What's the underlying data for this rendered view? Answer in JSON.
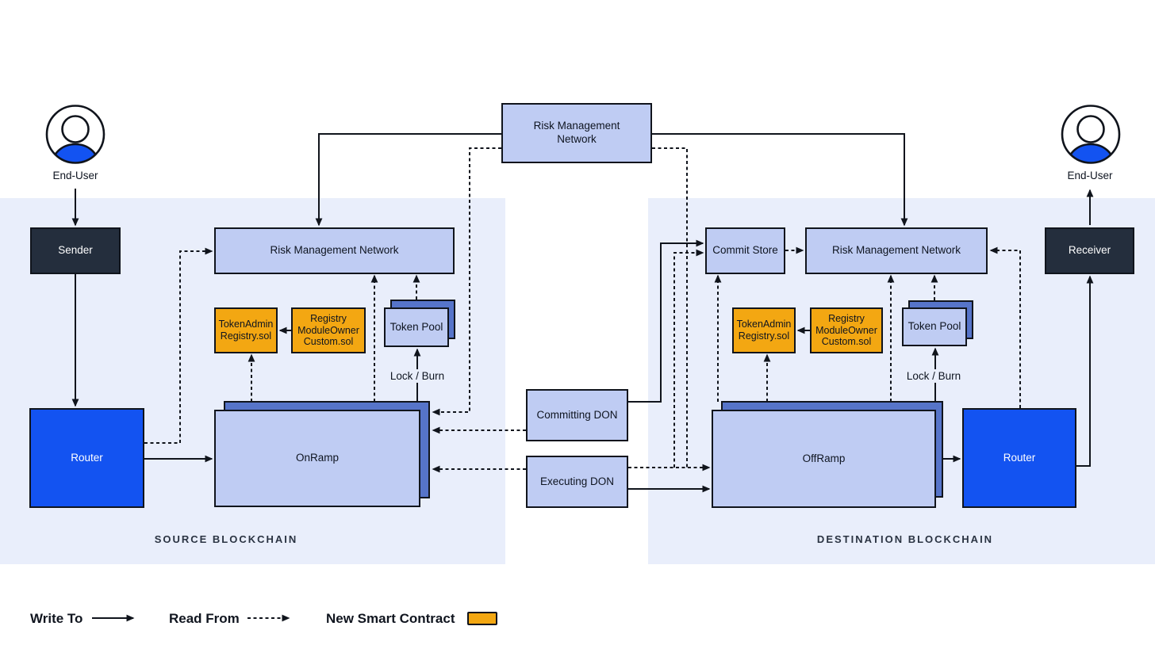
{
  "sections": {
    "source": "SOURCE BLOCKCHAIN",
    "destination": "DESTINATION BLOCKCHAIN"
  },
  "nodes": {
    "risk_management_top": "Risk Management Network",
    "end_user_left": "End-User",
    "end_user_right": "End-User",
    "sender": "Sender",
    "receiver": "Receiver",
    "router_source": "Router",
    "router_destination": "Router",
    "rmn_source": "Risk Management Network",
    "rmn_destination": "Risk Management Network",
    "commit_store": "Commit Store",
    "committing_don": "Committing DON",
    "executing_don": "Executing DON",
    "onramp": "OnRamp",
    "offramp": "OffRamp",
    "token_pool_source": "Token Pool",
    "token_pool_destination": "Token Pool",
    "token_admin": {
      "line1": "TokenAdmin",
      "line2": "Registry.sol"
    },
    "registry_module": {
      "line1": "Registry",
      "line2": "ModuleOwner",
      "line3": "Custom.sol"
    }
  },
  "annotations": {
    "lock_burn_source": "Lock / Burn",
    "lock_burn_destination": "Lock / Burn"
  },
  "legend": {
    "write_to": "Write To",
    "read_from": "Read From",
    "new_smart_contract": "New Smart Contract"
  },
  "colors": {
    "panel": "#E9EEFB",
    "box_light": "#BFCCF3",
    "box_stack": "#5674C9",
    "yellow": "#F3A712",
    "blue": "#1353F1",
    "navy": "#242E3D",
    "line": "#10141C",
    "ink": "#0E1420"
  }
}
